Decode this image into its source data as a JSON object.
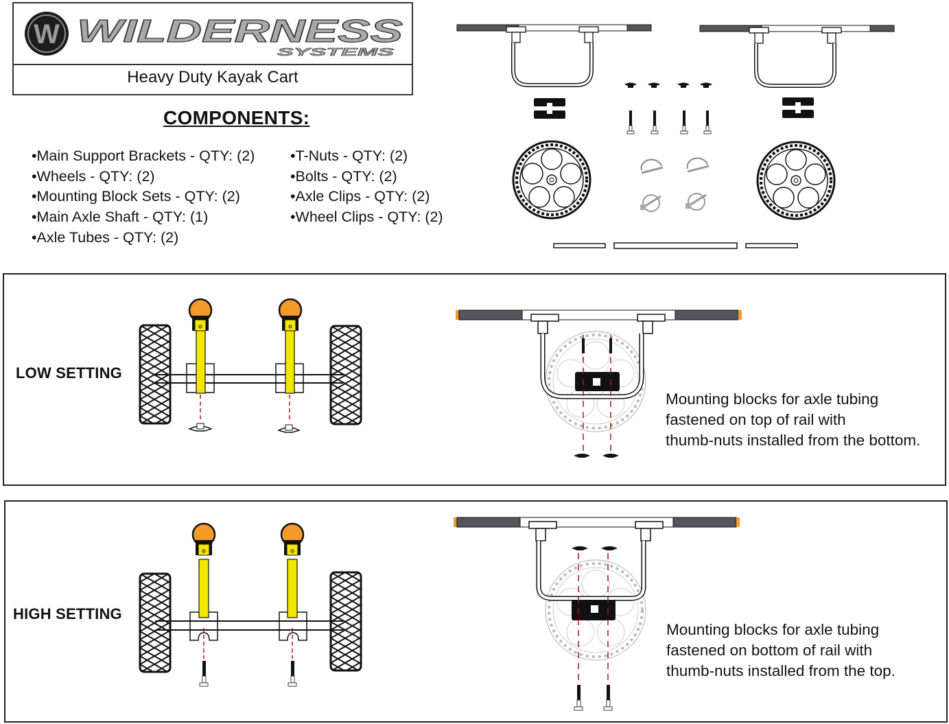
{
  "header": {
    "brand_initial": "W",
    "brand_name": "WILDERNESS",
    "brand_sub": "SYSTEMS",
    "product_title": "Heavy Duty Kayak Cart"
  },
  "components": {
    "title": "COMPONENTS:",
    "left_column": [
      "•Main Support Brackets - QTY: (2)",
      "•Wheels - QTY: (2)",
      "•Mounting Block Sets - QTY: (2)",
      "•Main Axle Shaft - QTY: (1)",
      "•Axle Tubes - QTY: (2)"
    ],
    "right_column": [
      "•T-Nuts - QTY: (2)",
      "•Bolts - QTY: (2)",
      "•Axle Clips - QTY: (2)",
      "•Wheel Clips - QTY: (2)"
    ]
  },
  "settings": {
    "low": {
      "label": "LOW SETTING",
      "description": [
        "Mounting blocks for axle tubing",
        "fastened on top of rail with",
        "thumb-nuts installed from the bottom."
      ]
    },
    "high": {
      "label": "HIGH SETTING",
      "description": [
        "Mounting blocks for axle tubing",
        "fastened on bottom of rail with",
        "thumb-nuts installed from the top."
      ]
    }
  },
  "colors": {
    "brand_gray": "#8a8a8a",
    "axle_tube_yellow": "#f5e600",
    "knob_orange": "#f39a2b",
    "guide_line_red": "#b0101a",
    "rail_dark": "#55555d"
  }
}
